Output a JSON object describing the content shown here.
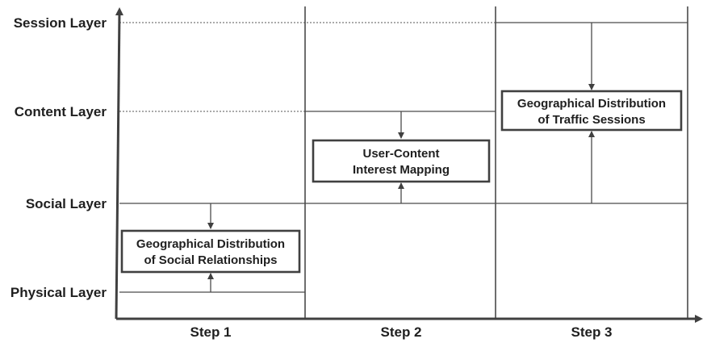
{
  "layers": {
    "session": "Session Layer",
    "content": "Content Layer",
    "social": "Social Layer",
    "physical": "Physical Layer"
  },
  "steps": {
    "step1": "Step 1",
    "step2": "Step 2",
    "step3": "Step 3"
  },
  "boxes": {
    "social_relationships": {
      "line1": "Geographical Distribution",
      "line2": "of Social Relationships"
    },
    "interest_mapping": {
      "line1": "User-Content",
      "line2": "Interest Mapping"
    },
    "traffic_sessions": {
      "line1": "Geographical Distribution",
      "line2": "of Traffic Sessions"
    }
  }
}
